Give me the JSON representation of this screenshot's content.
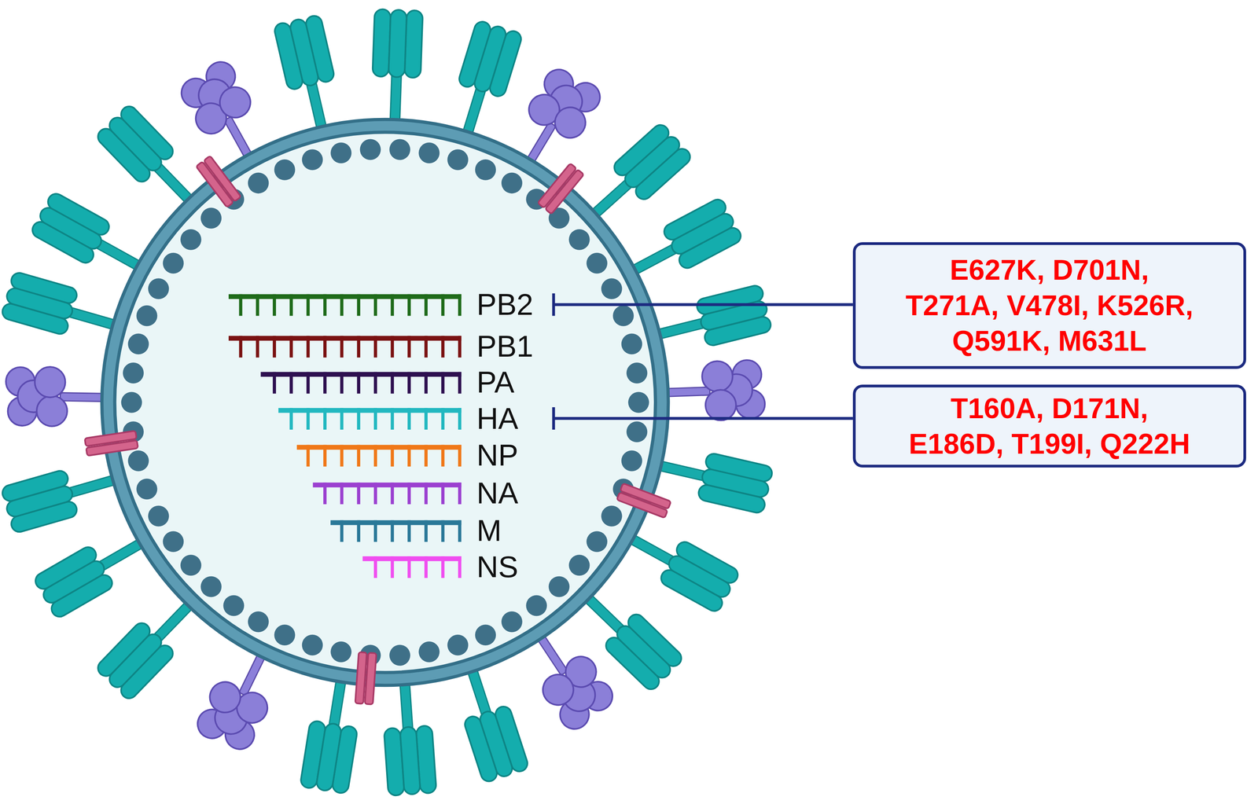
{
  "diagram": {
    "nodes": [
      {
        "text": [
          "E627K, D701N, T271A, V478I, K526R, Q591K, M631L"
        ]
      },
      {
        "text": [
          "T160A, D171N, E186D, T199I, Q222H"
        ]
      }
    ],
    "labels": [
      "PB2",
      "PB1",
      "PA",
      "HA",
      "NP",
      "NA",
      "M",
      "NS"
    ]
  }
}
